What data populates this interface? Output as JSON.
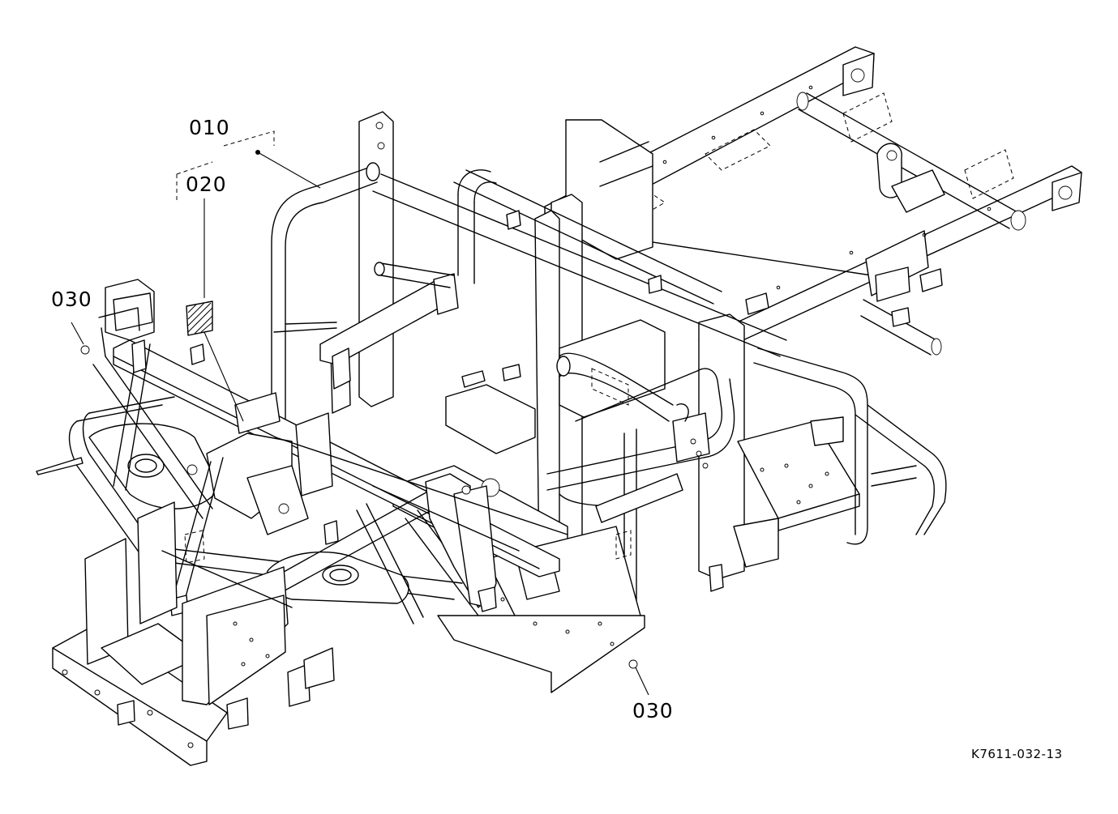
{
  "diagram": {
    "callouts": {
      "c010": "010",
      "c020": "020",
      "c030_left": "030",
      "c030_bottom": "030"
    },
    "drawing_code": "K7611-032-13"
  }
}
